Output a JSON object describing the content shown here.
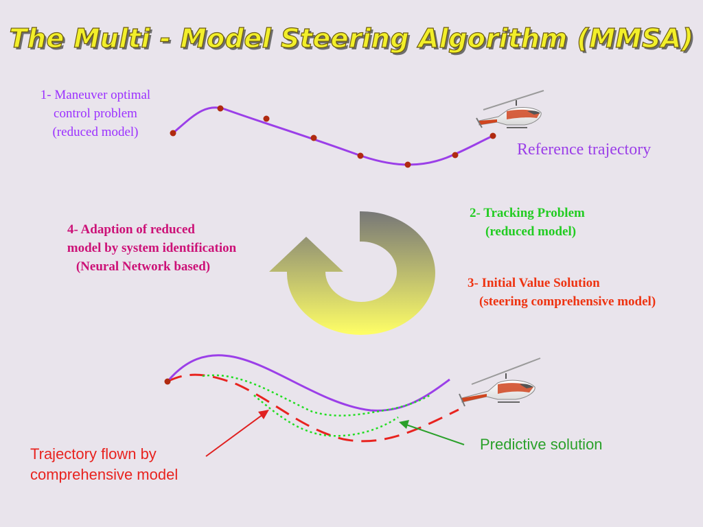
{
  "title": "The Multi - Model Steering Algorithm (MMSA)",
  "step1": {
    "lines": [
      "1- Maneuver optimal",
      "control problem",
      "(reduced model)"
    ],
    "color": "#9b30ff"
  },
  "reference_label": "Reference trajectory",
  "step2": {
    "lines": [
      "2- Tracking Problem",
      "(reduced model)"
    ],
    "color": "#22cc22"
  },
  "step3": {
    "lines": [
      "3- Initial Value Solution",
      "(steering comprehensive model)"
    ],
    "color": "#ee3311"
  },
  "step4": {
    "lines": [
      "4- Adaption of reduced",
      "model by system identification",
      "(Neural Network based)"
    ],
    "color": "#cc1177"
  },
  "predictive_label": "Predictive solution",
  "flown_label": {
    "lines": [
      "Trajectory flown by",
      "comprehensive model"
    ]
  },
  "colors": {
    "reference": "#9b3fe8",
    "marker": "#b02a10",
    "flown": "#e8231f",
    "predictive": "#22dd22",
    "arrow_top": "#777777",
    "arrow_bottom": "#ffff66",
    "pointer_red": "#e02020",
    "pointer_green": "#2aa02a"
  },
  "icons": [
    "helicopter-icon",
    "cycle-arrow-icon"
  ]
}
